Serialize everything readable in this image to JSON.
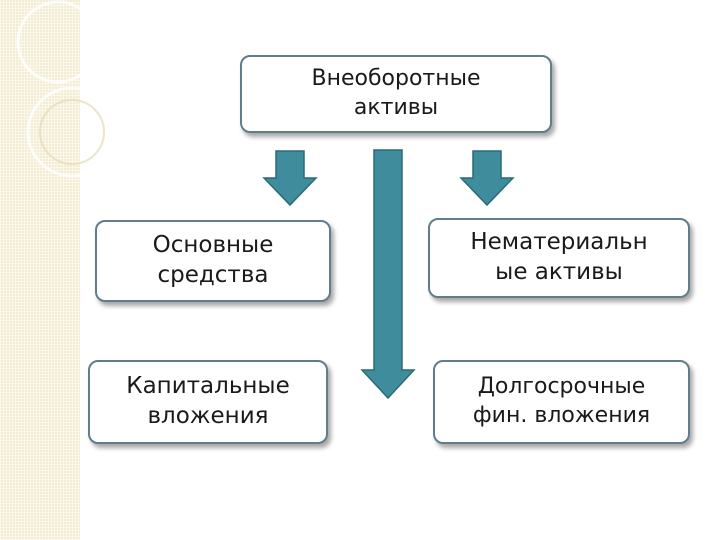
{
  "diagram": {
    "root": {
      "line1": "Внеоборотные",
      "line2": "активы"
    },
    "children": [
      {
        "line1": "Основные",
        "line2": "средства"
      },
      {
        "line1": "Нематериальн",
        "line2": "ые активы"
      },
      {
        "line1": "Капитальные",
        "line2": "вложения"
      },
      {
        "line1": "Долгосрочные",
        "line2": "фин. вложения"
      }
    ]
  },
  "colors": {
    "arrow_fill": "#3f8d9c",
    "arrow_stroke": "#2b6a78",
    "box_border": "#5f7d8c",
    "side_strip": "#f3ecd0"
  }
}
